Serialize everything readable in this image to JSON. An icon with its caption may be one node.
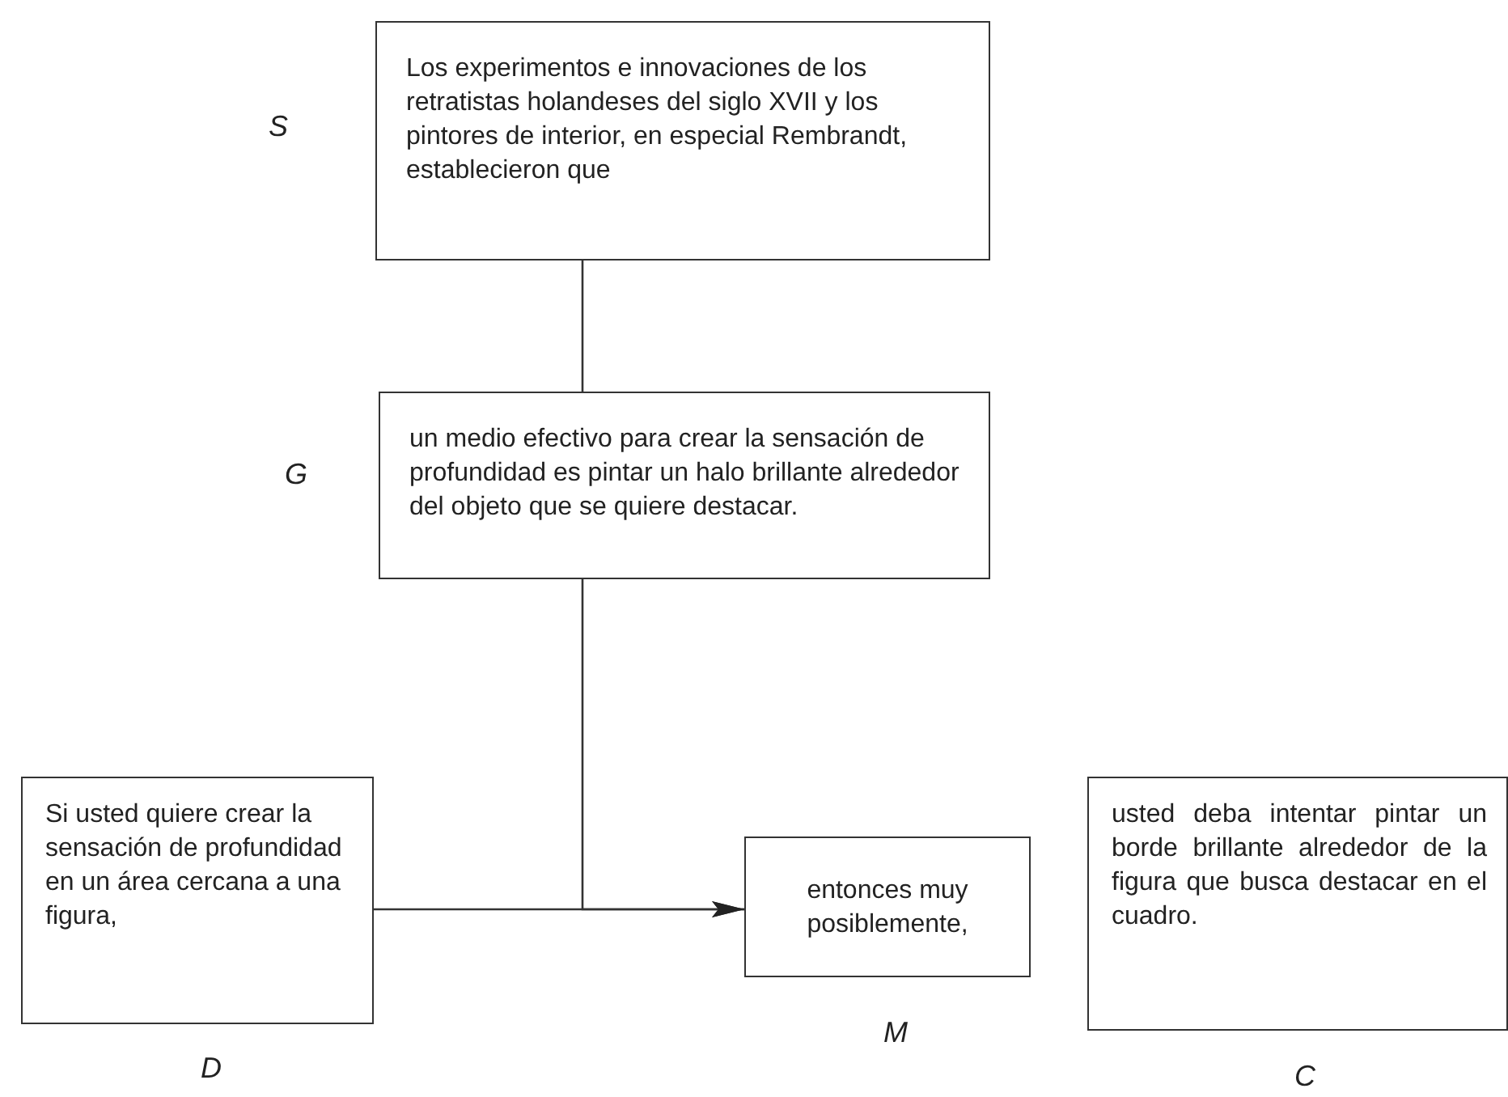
{
  "diagram": {
    "nodes": [
      {
        "text": [
          "Los experimentos e innovaciones de los retratistas holandeses del siglo XVII y los pintores de interior, en especial Rembrandt, establecieron que"
        ],
        "beside": [
          "S"
        ]
      },
      {
        "text": [
          "un medio efectivo para crear la sensación de profundidad es pintar un halo brillante alrededor del objeto que se quiere destacar."
        ],
        "beside": [
          "G"
        ]
      },
      {
        "text": [
          "Si usted quiere crear la sensación de profundidad en un área cercana a una figura,"
        ],
        "beside": [
          "D"
        ]
      },
      {
        "text": [
          "entonces muy posiblemente,"
        ],
        "beside": [
          "M"
        ]
      },
      {
        "text": [
          "usted deba intentar pintar un borde brillante alrededor de la figura que busca destacar en el cuadro."
        ],
        "beside": [
          "C"
        ]
      }
    ],
    "edges": [
      {
        "from": 0,
        "to": 1,
        "arrow": "none"
      },
      {
        "from": 1,
        "to": 3,
        "arrow": "to"
      },
      {
        "from": 2,
        "to": 3,
        "arrow": "to"
      }
    ]
  }
}
